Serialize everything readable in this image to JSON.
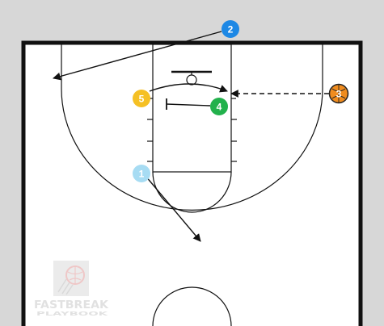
{
  "players": [
    {
      "id": "player-1",
      "label": "1",
      "color": "#a7dcf3"
    },
    {
      "id": "player-2",
      "label": "2",
      "color": "#1d88e5"
    },
    {
      "id": "player-3",
      "label": "3",
      "color": "#f08c1e",
      "has_ball": true
    },
    {
      "id": "player-4",
      "label": "4",
      "color": "#22b14c"
    },
    {
      "id": "player-5",
      "label": "5",
      "color": "#f5c024"
    }
  ],
  "actions": [
    {
      "name": "cut-arrow-player-2",
      "type": "cut",
      "from": "player-2"
    },
    {
      "name": "pass-arrow-player-3",
      "type": "pass",
      "from": "player-3"
    },
    {
      "name": "cut-arrow-player-5",
      "type": "cut",
      "from": "player-5"
    },
    {
      "name": "screen-player-4",
      "type": "screen",
      "from": "player-4"
    },
    {
      "name": "cut-arrow-player-1",
      "type": "cut",
      "from": "player-1"
    }
  ],
  "court": {
    "line_color": "#111111",
    "floor_color": "#ffffff",
    "border_color": "#d7d7d7"
  },
  "logo": {
    "brand_top": "FASTBREAK",
    "brand_bottom": "PLAYBOOK"
  }
}
